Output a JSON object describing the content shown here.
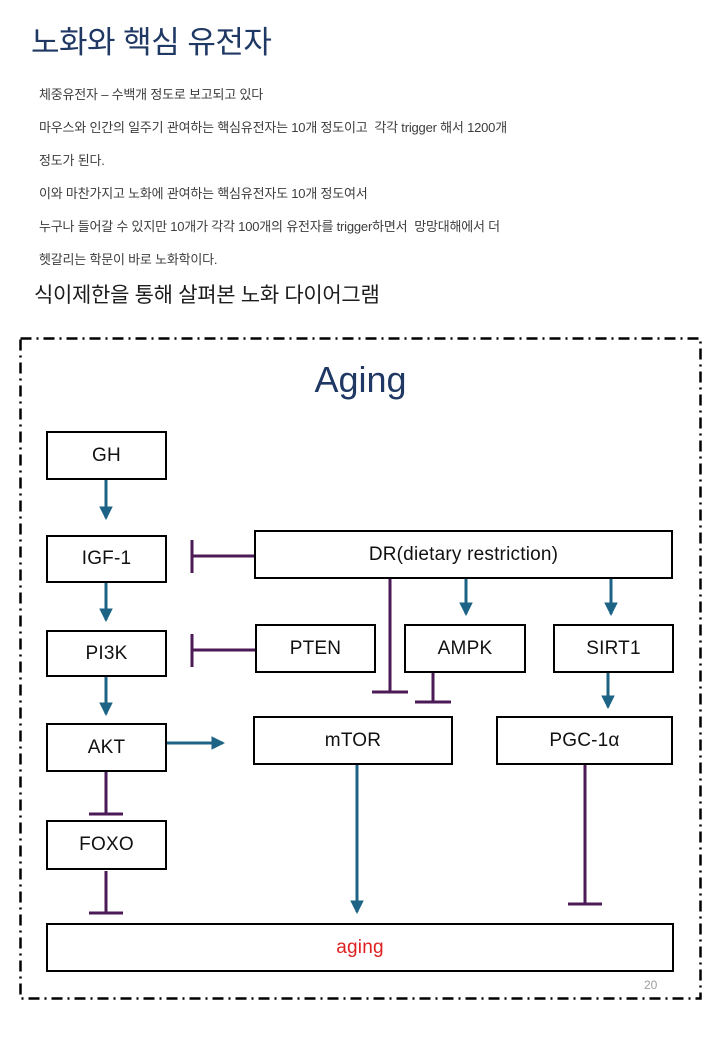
{
  "slide": {
    "title": "노화와 핵심 유전자",
    "body_lines": [
      "체중유전자 – 수백개 정도로 보고되고 있다",
      "마우스와 인간의 일주기 관여하는 핵심유전자는 10개 정도이고  각각 trigger 해서 1200개",
      "정도가 된다.",
      "이와 마찬가지고 노화에 관여하는 핵심유전자도 10개 정도여서",
      "누구나 들어갈 수 있지만 10개가 각각 100개의 유전자를 trigger하면서  망망대해에서 더",
      "헷갈리는 학문이 바로 노화학이다."
    ],
    "subtitle": "식이제한을 통해 살펴본 노화 다이어그램",
    "page_number": "20"
  },
  "diagram": {
    "title": "Aging",
    "nodes": {
      "gh": {
        "label": "GH"
      },
      "igf1": {
        "label": "IGF-1"
      },
      "pi3k": {
        "label": "PI3K"
      },
      "akt": {
        "label": "AKT"
      },
      "foxo": {
        "label": "FOXO"
      },
      "dr": {
        "label": "DR(dietary restriction)"
      },
      "pten": {
        "label": "PTEN"
      },
      "ampk": {
        "label": "AMPK"
      },
      "sirt1": {
        "label": "SIRT1"
      },
      "mtor": {
        "label": "mTOR"
      },
      "pgc1a": {
        "label": "PGC-1α"
      },
      "aging": {
        "label": "aging"
      }
    },
    "edges": [
      {
        "from": "GH",
        "to": "IGF-1",
        "type": "activates"
      },
      {
        "from": "IGF-1",
        "to": "PI3K",
        "type": "activates"
      },
      {
        "from": "PI3K",
        "to": "AKT",
        "type": "activates"
      },
      {
        "from": "AKT",
        "to": "mTOR",
        "type": "activates"
      },
      {
        "from": "AKT",
        "to": "FOXO",
        "type": "inhibits"
      },
      {
        "from": "FOXO",
        "to": "aging",
        "type": "inhibits"
      },
      {
        "from": "DR(dietary restriction)",
        "to": "IGF-1",
        "type": "inhibits"
      },
      {
        "from": "DR(dietary restriction)",
        "to": "mTOR",
        "type": "inhibits"
      },
      {
        "from": "DR(dietary restriction)",
        "to": "AMPK",
        "type": "activates"
      },
      {
        "from": "DR(dietary restriction)",
        "to": "SIRT1",
        "type": "activates"
      },
      {
        "from": "PTEN",
        "to": "PI3K",
        "type": "inhibits"
      },
      {
        "from": "AMPK",
        "to": "mTOR",
        "type": "inhibits"
      },
      {
        "from": "SIRT1",
        "to": "PGC-1α",
        "type": "activates"
      },
      {
        "from": "mTOR",
        "to": "aging",
        "type": "activates"
      },
      {
        "from": "PGC-1α",
        "to": "aging",
        "type": "inhibits"
      }
    ],
    "colors": {
      "activation": "#1d6385",
      "inhibition": "#4c1a57",
      "node_border": "#000000",
      "title": "#1f3864",
      "body_text": "#3c3c3c",
      "aging_text": "#e02020",
      "page_number": "#9e9e9e"
    }
  }
}
